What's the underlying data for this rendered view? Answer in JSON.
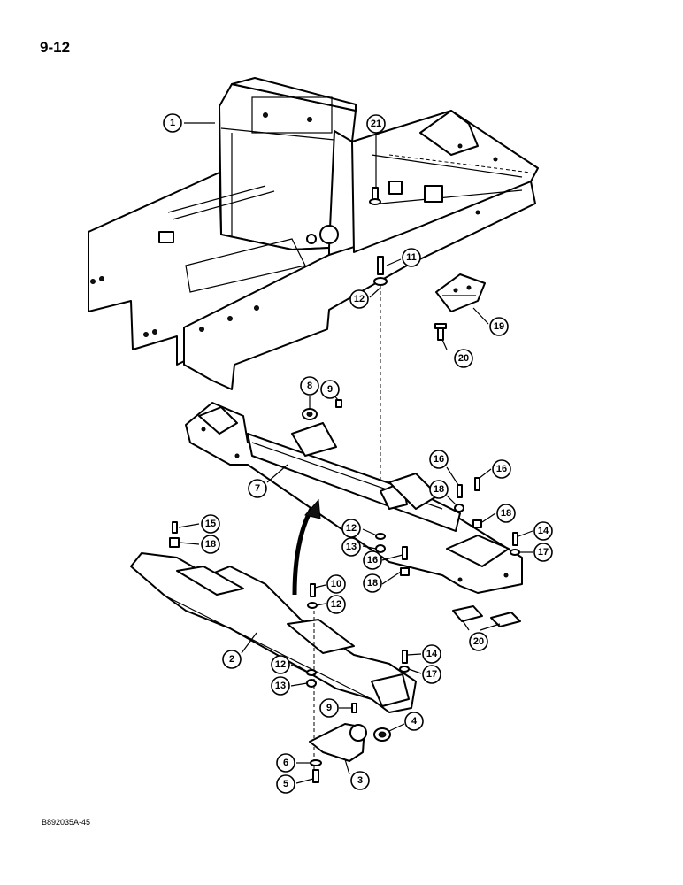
{
  "page": {
    "number": "9-12",
    "reference": "B892035A-45"
  },
  "callouts": [
    {
      "id": "c1",
      "label": "1"
    },
    {
      "id": "c21",
      "label": "21"
    },
    {
      "id": "c11",
      "label": "11"
    },
    {
      "id": "c12a",
      "label": "12"
    },
    {
      "id": "c19",
      "label": "19"
    },
    {
      "id": "c20a",
      "label": "20"
    },
    {
      "id": "c8",
      "label": "8"
    },
    {
      "id": "c9a",
      "label": "9"
    },
    {
      "id": "c7",
      "label": "7"
    },
    {
      "id": "c16a",
      "label": "16"
    },
    {
      "id": "c16b",
      "label": "16"
    },
    {
      "id": "c18a",
      "label": "18"
    },
    {
      "id": "c18b",
      "label": "18"
    },
    {
      "id": "c15",
      "label": "15"
    },
    {
      "id": "c18c",
      "label": "18"
    },
    {
      "id": "c12b",
      "label": "12"
    },
    {
      "id": "c13a",
      "label": "13"
    },
    {
      "id": "c14a",
      "label": "14"
    },
    {
      "id": "c17a",
      "label": "17"
    },
    {
      "id": "c16c",
      "label": "16"
    },
    {
      "id": "c18d",
      "label": "18"
    },
    {
      "id": "c10",
      "label": "10"
    },
    {
      "id": "c12c",
      "label": "12"
    },
    {
      "id": "c20b",
      "label": "20"
    },
    {
      "id": "c2",
      "label": "2"
    },
    {
      "id": "c14b",
      "label": "14"
    },
    {
      "id": "c12d",
      "label": "12"
    },
    {
      "id": "c17b",
      "label": "17"
    },
    {
      "id": "c13b",
      "label": "13"
    },
    {
      "id": "c9b",
      "label": "9"
    },
    {
      "id": "c4",
      "label": "4"
    },
    {
      "id": "c6",
      "label": "6"
    },
    {
      "id": "c3",
      "label": "3"
    },
    {
      "id": "c5",
      "label": "5"
    }
  ]
}
